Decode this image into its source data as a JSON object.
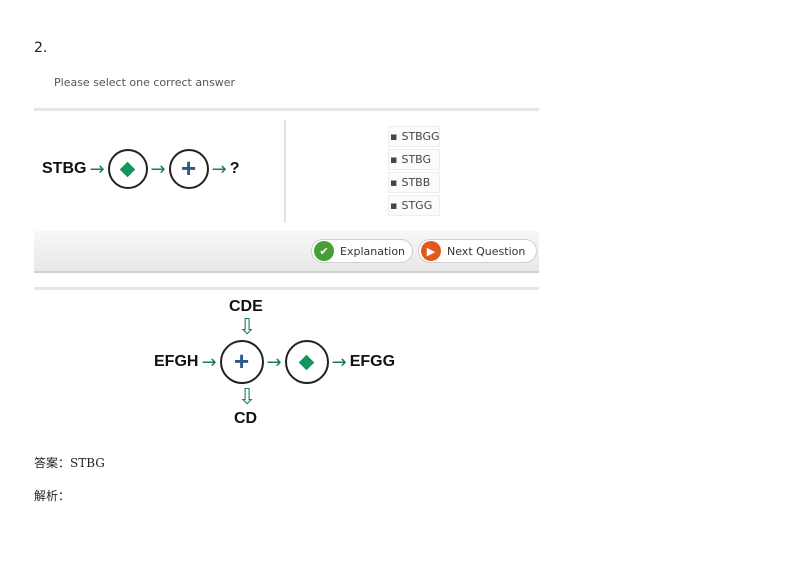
{
  "question": {
    "number": "2.",
    "instruction": "Please select one correct answer",
    "sequence": {
      "start_label": "STBG",
      "arrow": "→",
      "end_label": "?",
      "ops": [
        "diamond-icon",
        "plus-icon"
      ]
    },
    "options": [
      {
        "bullet": "▪",
        "text": "STBGG"
      },
      {
        "bullet": "▪",
        "text": "STBG"
      },
      {
        "bullet": "▪",
        "text": "STBB"
      },
      {
        "bullet": "▪",
        "text": "STGG"
      }
    ]
  },
  "toolbar": {
    "explanation_label": "Explanation",
    "next_label": "Next Question"
  },
  "example": {
    "input_top": "CDE",
    "output_bottom": "CD",
    "start_label": "EFGH",
    "end_label": "EFGG",
    "arrow": "→",
    "down_arrow": "⇩"
  },
  "answer": {
    "text": "答案：STBG"
  },
  "analysis": {
    "text": "解析："
  },
  "colors": {
    "arrow": "#1c7c50",
    "diamond": "#13955f",
    "plus": "#2b5a8a",
    "explanation_icon": "#4a9e3a",
    "next_icon": "#e05a1e"
  }
}
